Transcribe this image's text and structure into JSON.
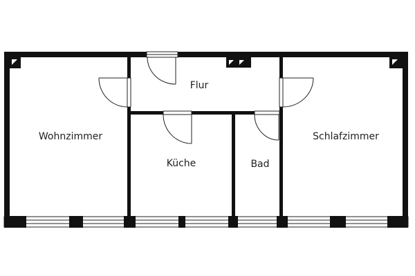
{
  "floor_plan": {
    "rooms": [
      {
        "id": "wohnzimmer",
        "label": "Wohnzimmer"
      },
      {
        "id": "flur",
        "label": "Flur"
      },
      {
        "id": "kueche",
        "label": "Küche"
      },
      {
        "id": "bad",
        "label": "Bad"
      },
      {
        "id": "schlafzimmer",
        "label": "Schlafzimmer"
      }
    ],
    "colors": {
      "wall": "#111111",
      "background": "#ffffff"
    }
  }
}
